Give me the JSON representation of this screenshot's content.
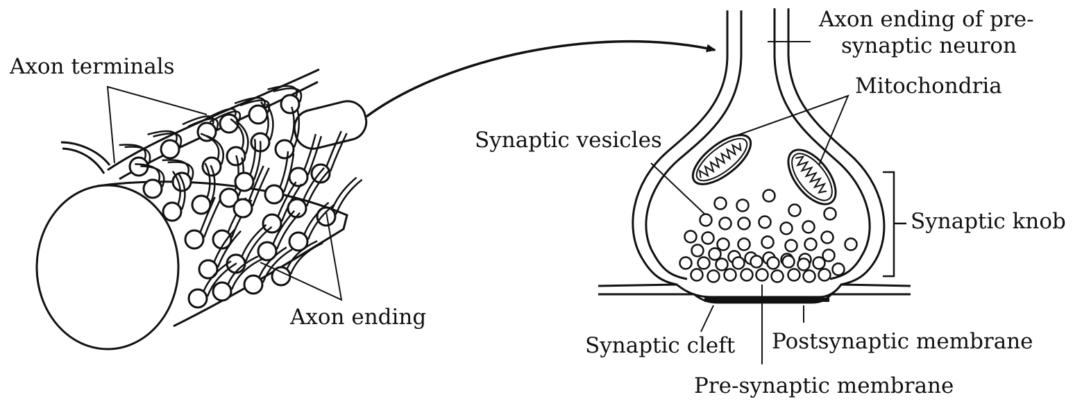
{
  "figure": {
    "labels": {
      "axon_terminals": "Axon terminals",
      "axon_ending": "Axon ending",
      "axon_ending_pre_line1": "Axon ending of pre-",
      "axon_ending_pre_line2": "synaptic neuron",
      "mitochondria": "Mitochondria",
      "synaptic_vesicles": "Synaptic vesicles",
      "synaptic_knob": "Synaptic knob",
      "synaptic_cleft": "Synaptic cleft",
      "postsynaptic_membrane": "Postsynaptic membrane",
      "presynaptic_membrane": "Pre-synaptic membrane"
    }
  }
}
